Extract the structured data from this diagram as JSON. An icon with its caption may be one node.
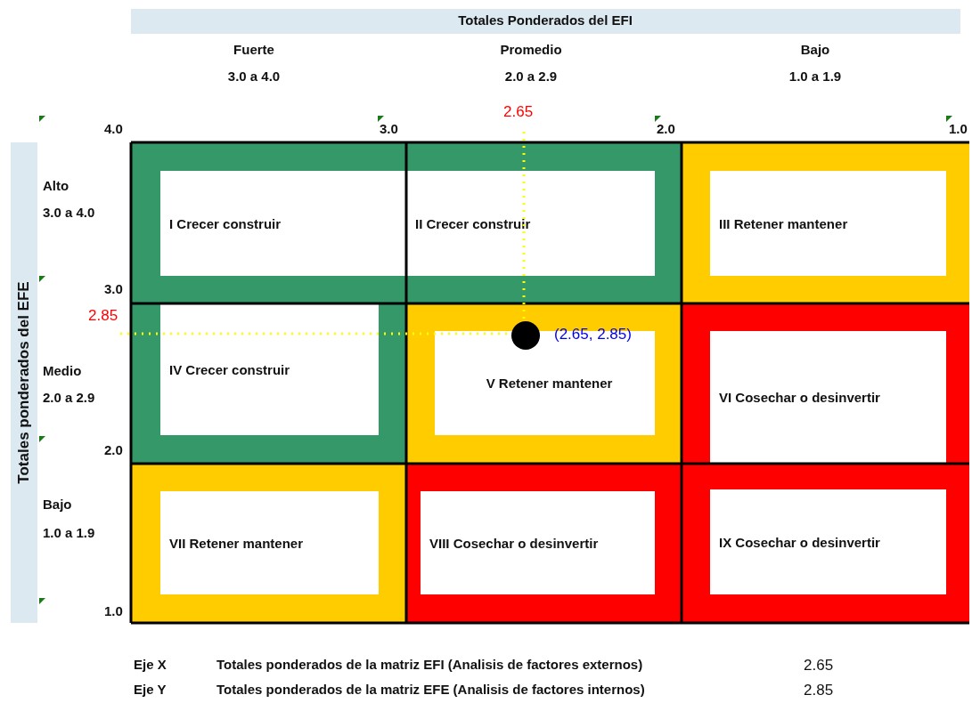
{
  "diagram": {
    "nodes": [
      {
        "text": [
          "I Crecer construir"
        ]
      },
      {
        "text": [
          "II Crecer construir"
        ]
      },
      {
        "text": [
          "III Retener mantener"
        ]
      },
      {
        "text": [
          "IV Crecer construir"
        ]
      },
      {
        "text": [
          "V Retener mantener"
        ]
      },
      {
        "text": [
          "VI Cosechar o desinvertir"
        ]
      },
      {
        "text": [
          "VII Retener mantener"
        ]
      },
      {
        "text": [
          "VIII Cosechar o desinvertir"
        ]
      },
      {
        "text": [
          "IX Cosechar o desinvertir"
        ]
      }
    ],
    "labels": [
      "Totales Ponderados del EFI",
      "Fuerte",
      "3.0 a 4.0",
      "Promedio",
      "2.0 a 2.9",
      "Bajo",
      "1.0 a 1.9",
      "2.65",
      "4.0",
      "3.0",
      "2.0",
      "1.0",
      "Alto",
      "3.0 a 4.0",
      "3.0",
      "2.85",
      "(2.65, 2.85)",
      "Medio",
      "2.0 a 2.9",
      "2.0",
      "Bajo",
      "1.0 a 1.9",
      "1.0",
      "Totales ponderados del EFE",
      "Eje X",
      "Totales ponderados de la matriz EFI (Analisis de factores externos)",
      "2.65",
      "Eje Y",
      "Totales ponderados de la matriz EFE (Analisis de factores internos)",
      "2.85"
    ]
  }
}
